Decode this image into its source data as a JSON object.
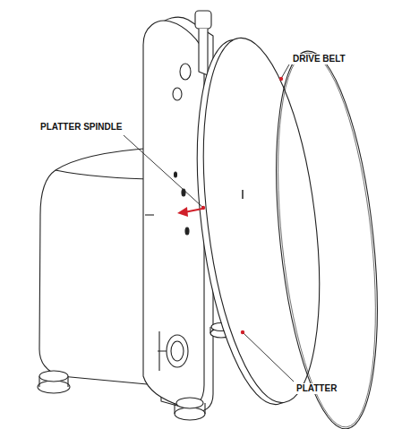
{
  "diagram": {
    "labels": [
      "DRIVE BELT",
      "PLATTER SPINDLE",
      "PLATTER"
    ]
  }
}
